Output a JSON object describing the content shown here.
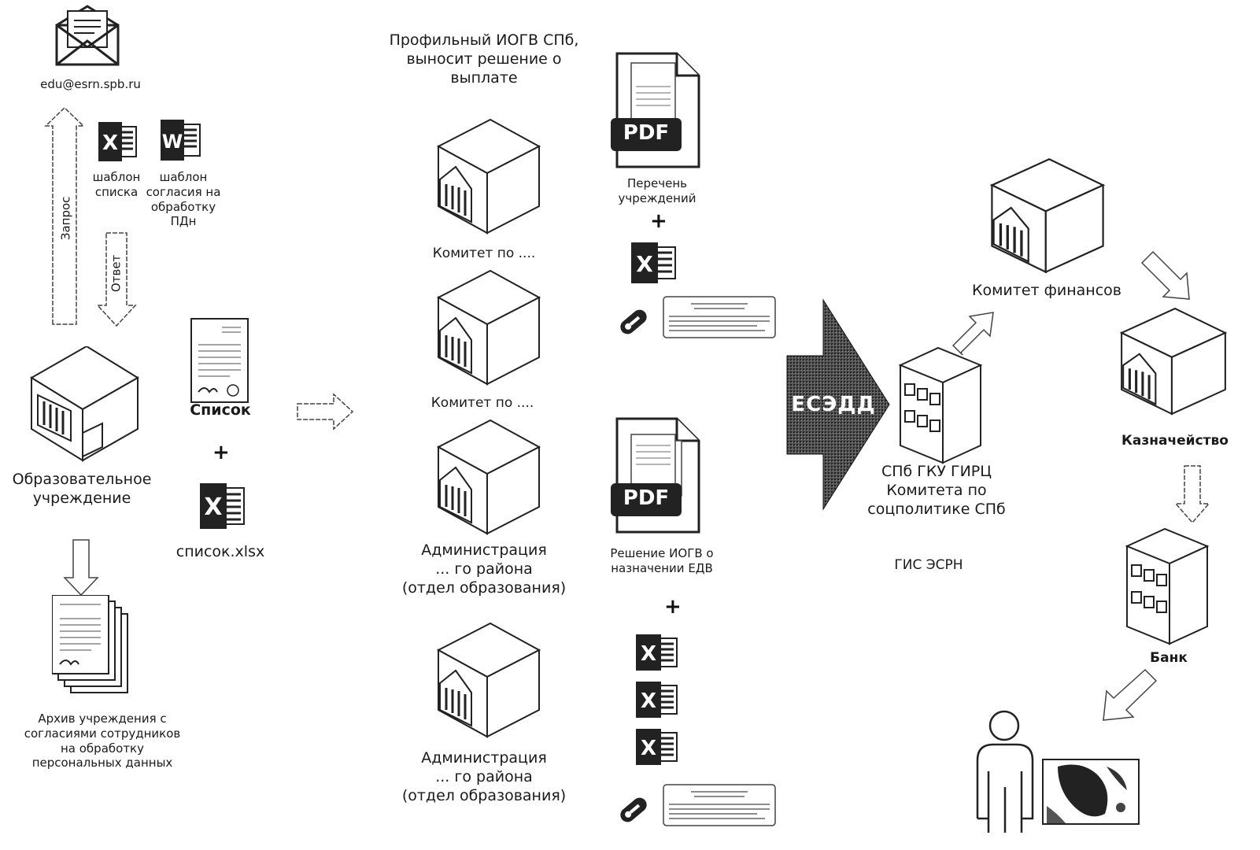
{
  "email": "edu@esrn.spb.ru",
  "request_label": "Запрос",
  "answer_label": "Ответ",
  "templates": {
    "list": "шаблон\nсписка",
    "consent": "шаблон\nсогласия на\nобработку\nПДн"
  },
  "institution": "Образовательное\nучреждение",
  "archive": "Архив учреждения с\nсогласиями сотрудников\nна обработку\nперсональных данных",
  "list_doc": "Список",
  "plus": "+",
  "xlsx": "список.xlsx",
  "iogv_header": "Профильный ИОГВ СПб,\nвыносит решение о\nвыплате",
  "committee_1": "Комитет по ....",
  "committee_2": "Комитет по ....",
  "admin_1": "Администрация\n... го  района\n(отдел образования)",
  "admin_2": "Администрация\n... го  района\n(отдел образования)",
  "pdf_badge": "PDF",
  "pdf_list": "Перечень\nучреждений",
  "pdf_decision": "Решение ИОГВ о\nназначении ЕДВ",
  "esedd": "ЕСЭДД",
  "girc": "СПб ГКУ ГИРЦ\nКомитета по\nсоцполитике СПб",
  "gis": "ГИС ЭСРН",
  "finance": "Комитет финансов",
  "treasury": "Казначейство",
  "bank": "Банк",
  "icons": [
    "envelope-icon",
    "excel-icon",
    "word-icon",
    "building-icon",
    "document-icon",
    "pdf-icon",
    "usb-key-icon",
    "certificate-icon",
    "person-icon",
    "bank-card-icon"
  ]
}
